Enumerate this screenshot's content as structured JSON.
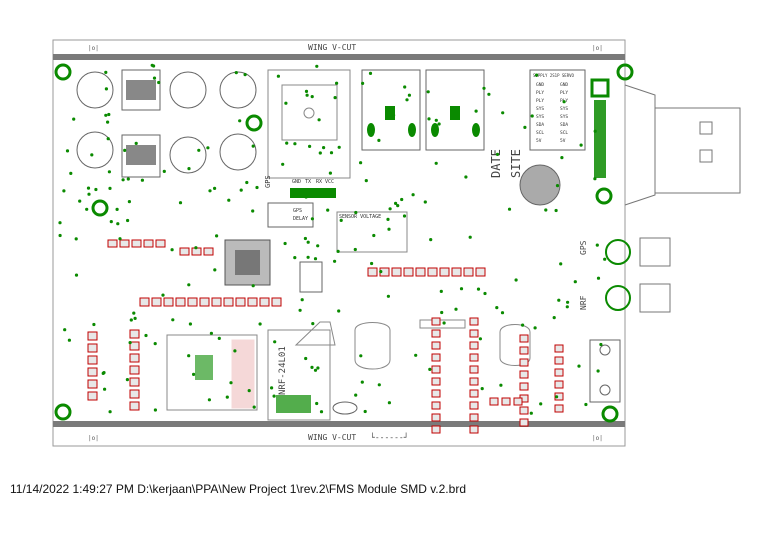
{
  "board": {
    "wing_label_top": "WING V-CUT",
    "wing_label_bottom": "WING V-CUT",
    "bottom_dash": "└------┘",
    "corner_marks": [
      "|o|",
      "|o|",
      "|o|",
      "|o|"
    ],
    "labels": {
      "gps_vert": "GPS",
      "date": "DATE",
      "site": "SITE",
      "nrf": "NRF",
      "gps_right": "GPS",
      "nrf24": "NRF-24L01",
      "sensor": "SENSOR",
      "gps_pins": [
        "GND",
        "TX",
        "RX",
        "VCC"
      ],
      "gps_delay": "GPS",
      "delay": "DELAY",
      "supply": "SUPPLY 2S1P SERVO",
      "sel_title": "SENSOR VOLTAGE"
    },
    "connector_pins_left": [
      "GND",
      "PLY",
      "PLY",
      "SYS",
      "SYS",
      "SDA",
      "SCL",
      "5V"
    ],
    "connector_pins_right": [
      "GND",
      "PLY",
      "PLY",
      "SYS",
      "SYS",
      "SDA",
      "SCL",
      "5V"
    ]
  },
  "footer": {
    "text": "11/14/2022 1:49:27 PM  D:\\kerjaan\\PPA\\New Project 1\\rev.2\\FMS Module SMD v.2.brd"
  },
  "colors": {
    "outline": "#9a9a9a",
    "pad_red": "#c00000",
    "via_green": "#0a8a00",
    "text": "#333333"
  }
}
